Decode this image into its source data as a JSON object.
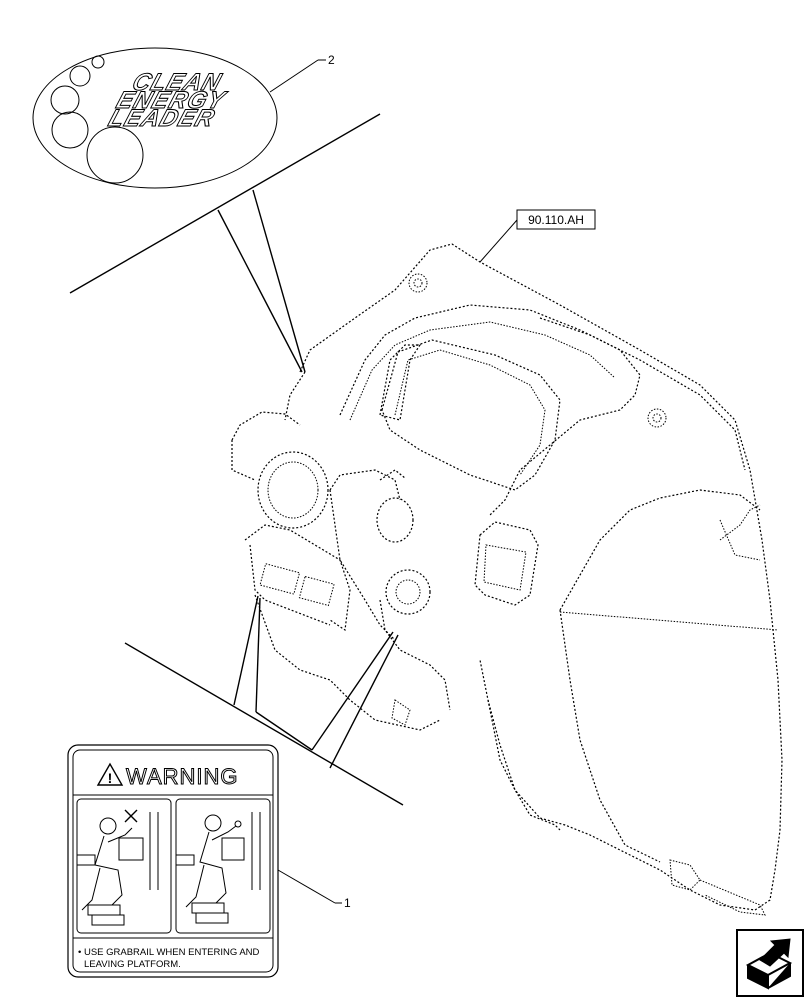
{
  "diagram": {
    "callouts": {
      "item_1": "1",
      "item_2": "2",
      "reference": "90.110.AH"
    },
    "logo": {
      "line1": "CLEAN",
      "line2": "ENERGY",
      "line3": "LEADER"
    },
    "warning_label": {
      "header": "WARNING",
      "instruction_line1": "• USE GRABRAIL WHEN ENTERING AND",
      "instruction_line2": "LEAVING PLATFORM."
    },
    "nav_icon": "next-page-arrow-icon"
  }
}
